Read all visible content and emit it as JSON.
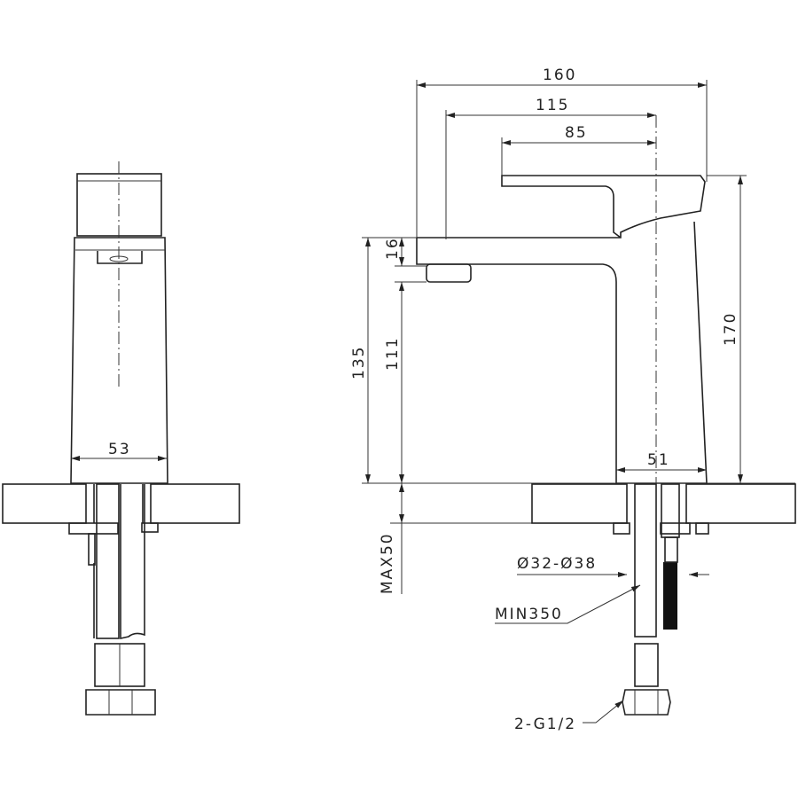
{
  "drawing": {
    "title": "Basin mixer technical drawing",
    "dimensions": {
      "overall_width": "160",
      "spout_reach": "115",
      "handle_length": "85",
      "spout_thickness": "16",
      "spout_height": "135",
      "outlet_clearance": "111",
      "overall_height": "170",
      "base_depth": "51",
      "side_width": "53",
      "max_counter": "MAX50",
      "hole_diameter": "Ø32-Ø38",
      "hose_length": "MIN350",
      "connection": "2-G1/2"
    },
    "colors": {
      "line": "#222222",
      "background": "#ffffff"
    }
  }
}
